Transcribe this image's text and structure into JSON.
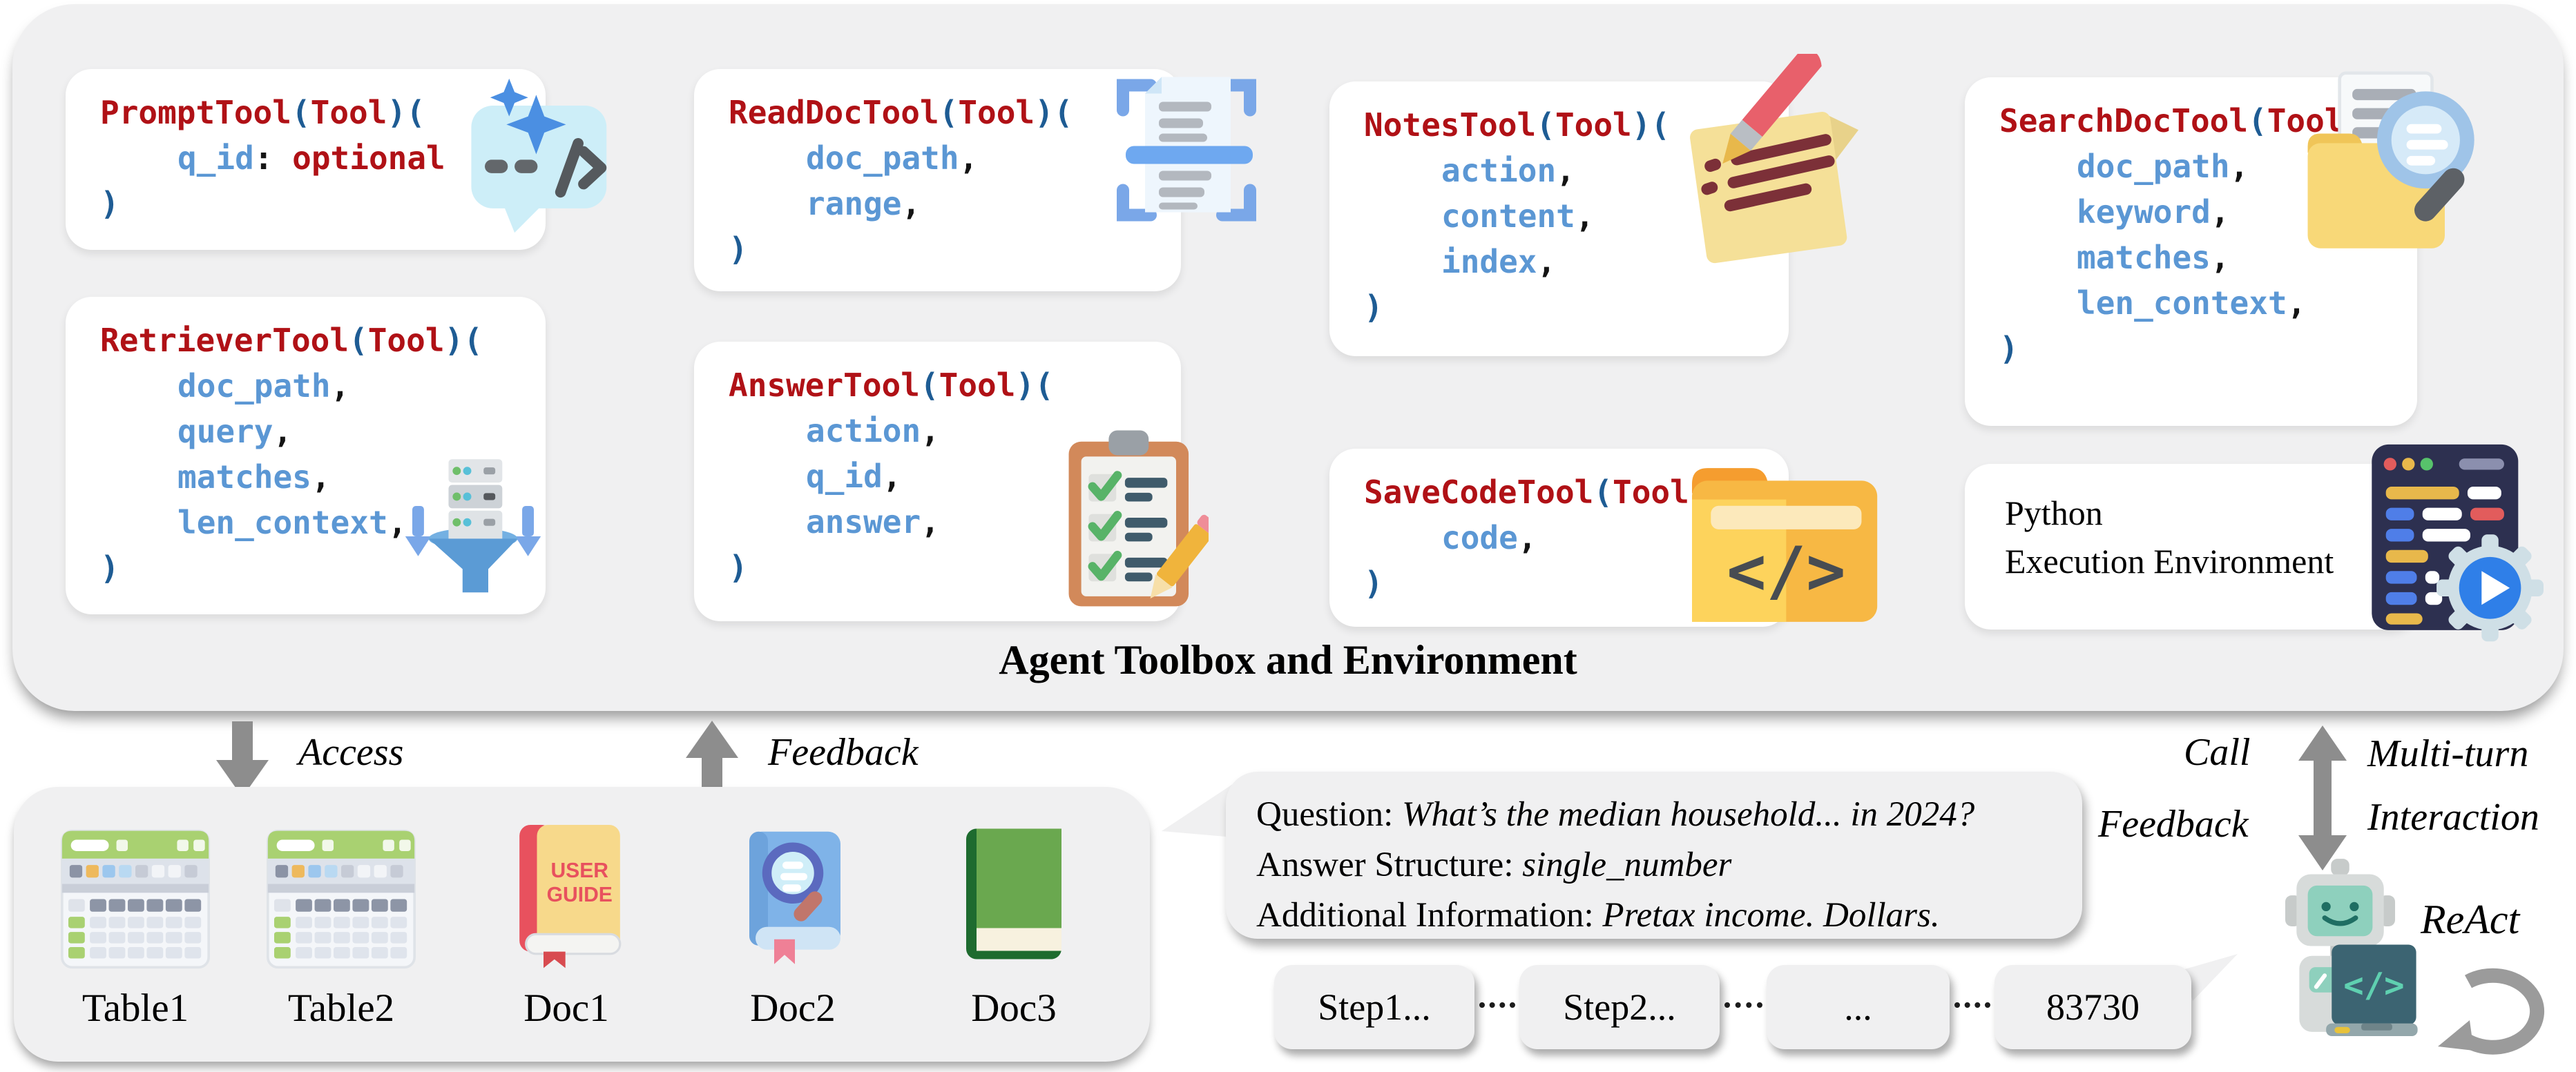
{
  "syntax": {
    "lp": "(",
    "rplp": ")(",
    "rp": ")",
    "comma": ",",
    "colon": ": ",
    "base": "Tool"
  },
  "glyphs": {
    "code": "</>"
  },
  "colors": {
    "keyword_red": "#b01116",
    "paren_blue": "#1e5c94",
    "param_blue": "#5b97d4",
    "panel_gray": "#f0f0f1",
    "arrow_gray": "#8d8d8d"
  },
  "toolbox": {
    "title": "Agent Toolbox and Environment",
    "tools": [
      {
        "name": "PromptTool",
        "icon": "sparkle-chat-icon",
        "param": "q_id",
        "value": "optional"
      },
      {
        "name": "ReadDocTool",
        "icon": "doc-scan-icon",
        "params": [
          "doc_path",
          "range"
        ]
      },
      {
        "name": "RetrieverTool",
        "icon": "server-funnel-icon",
        "params": [
          "doc_path",
          "query",
          "matches",
          "len_context"
        ]
      },
      {
        "name": "AnswerTool",
        "icon": "clipboard-check-icon",
        "params": [
          "action",
          "q_id",
          "answer"
        ]
      },
      {
        "name": "NotesTool",
        "icon": "note-pencil-icon",
        "params": [
          "action",
          "content",
          "index"
        ]
      },
      {
        "name": "SaveCodeTool",
        "icon": "code-folder-icon",
        "params": [
          "code"
        ]
      },
      {
        "name": "SearchDocTool",
        "icon": "folder-search-icon",
        "params": [
          "doc_path",
          "keyword",
          "matches",
          "len_context"
        ]
      }
    ],
    "python_env": {
      "line1": "Python",
      "line2": "Execution Environment",
      "icon": "code-runner-icon"
    }
  },
  "flow": {
    "access": "Access",
    "feedback": "Feedback"
  },
  "documents": {
    "items": [
      {
        "label": "Table1",
        "icon": "spreadsheet-icon"
      },
      {
        "label": "Table2",
        "icon": "spreadsheet-icon"
      },
      {
        "label": "Doc1",
        "icon": "user-guide-book-icon",
        "cover_line1": "USER",
        "cover_line2": "GUIDE"
      },
      {
        "label": "Doc2",
        "icon": "search-book-icon"
      },
      {
        "label": "Doc3",
        "icon": "green-book-icon"
      }
    ]
  },
  "task": {
    "question_label": "Question: ",
    "question": "What’s the median household... in 2024?",
    "answer_label": "Answer Structure: ",
    "answer": "single_number",
    "info_label": "Additional Information: ",
    "info": "Pretax income. Dollars."
  },
  "trajectory": {
    "steps": [
      "Step1...",
      "Step2...",
      "...",
      "83730"
    ]
  },
  "agent": {
    "call": "Call",
    "feedback": "Feedback",
    "multiturn1": "Multi-turn",
    "multiturn2": "Interaction",
    "react": "ReAct",
    "icon": "robot-icon",
    "loop_icon": "loop-arrow-icon"
  }
}
